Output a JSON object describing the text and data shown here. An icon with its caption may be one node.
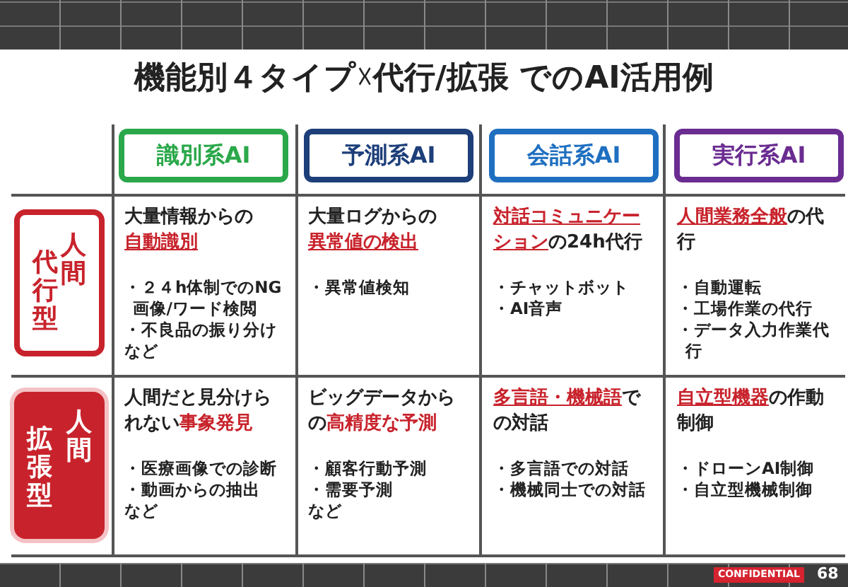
{
  "diagram": {
    "title": "機能別４タイプ☓代行/拡張 でのAI活用例",
    "nodes": [
      {
        "text": [
          "識別系AI"
        ]
      },
      {
        "text": [
          "予測系AI"
        ]
      },
      {
        "text": [
          "会話系AI"
        ]
      },
      {
        "text": [
          "実行系AI"
        ]
      },
      {
        "text": [
          "代行型",
          "人間"
        ]
      },
      {
        "text": [
          "拡張型",
          "人間"
        ]
      }
    ],
    "edges": [],
    "labels": [
      "大量情報からの**自動識別**",
      "・２４h体制でのNG画像/ワード検閲",
      "・不良品の振り分け",
      "など",
      "大量ログからの**異常値の検出**",
      "・異常値検知",
      "**対話コミュニケーション**の24h代行",
      "・チャットボット",
      "・AI音声",
      "**人間業務全般**の代行",
      "・自動運転",
      "・工場作業の代行",
      "・データ入力作業代行",
      "人間だと見分けられない**事象発見**",
      "・医療画像での診断",
      "・動画からの抽出",
      "など",
      "ビッグデータからの**高精度な予測**",
      "・顧客行動予測",
      "・需要予測",
      "など",
      "**多言語・機械語**での対話",
      "・多言語での対話",
      "・機械同士での対話",
      "**自立型機器**の作動制御",
      "・ドローンAI制御",
      "・自立型機械制御",
      "CONFIDENTIAL",
      "68"
    ]
  }
}
